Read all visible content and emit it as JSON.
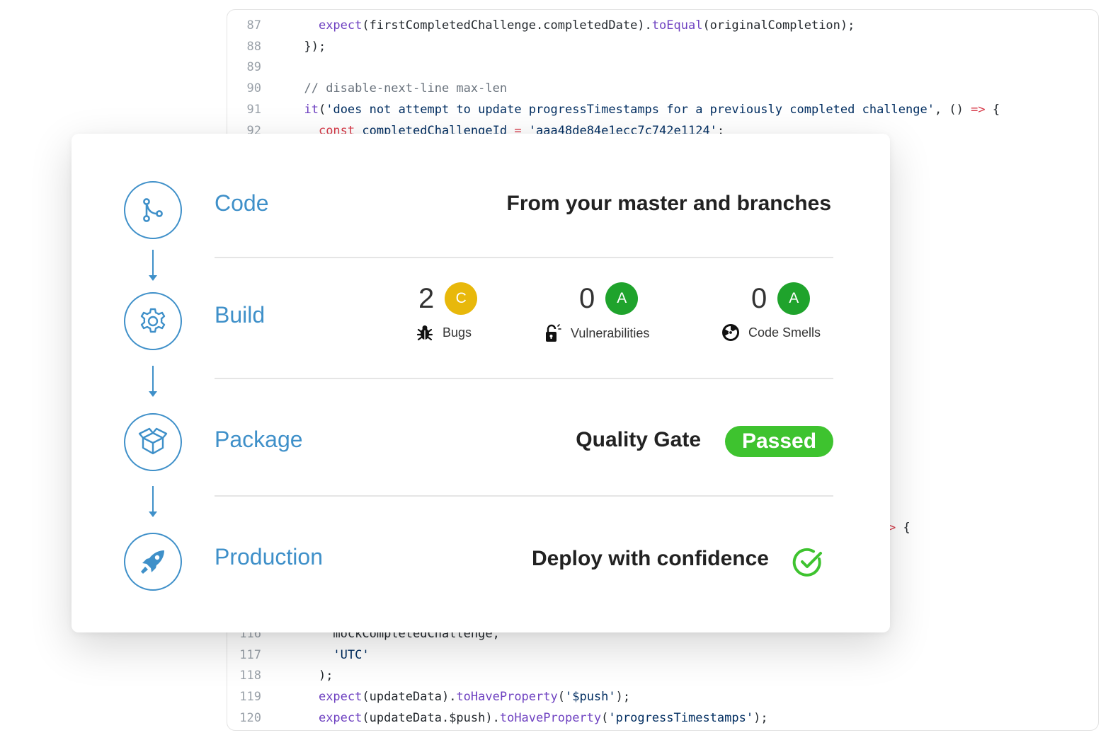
{
  "colors": {
    "accent": "#3f90c9",
    "rating_c": "#e8b80b",
    "rating_a": "#1fa32c",
    "passed": "#3ec32f",
    "check": "#3ec32f"
  },
  "code": {
    "top_lines": [
      {
        "num": "87",
        "indent": 2,
        "tokens": [
          {
            "t": "expect",
            "c": "fn"
          },
          {
            "t": "(firstCompletedChallenge.completedDate).",
            "c": "plain"
          },
          {
            "t": "toEqual",
            "c": "fn"
          },
          {
            "t": "(originalCompletion);",
            "c": "plain"
          }
        ]
      },
      {
        "num": "88",
        "indent": 1,
        "tokens": [
          {
            "t": "});",
            "c": "plain"
          }
        ]
      },
      {
        "num": "89",
        "indent": 0,
        "tokens": []
      },
      {
        "num": "90",
        "indent": 1,
        "tokens": [
          {
            "t": "// disable-next-line max-len",
            "c": "cm"
          }
        ]
      },
      {
        "num": "91",
        "indent": 1,
        "tokens": [
          {
            "t": "it",
            "c": "fn"
          },
          {
            "t": "(",
            "c": "plain"
          },
          {
            "t": "'does not attempt to update progressTimestamps for a previously completed challenge'",
            "c": "str"
          },
          {
            "t": ", () ",
            "c": "plain"
          },
          {
            "t": "=>",
            "c": "kw"
          },
          {
            "t": " {",
            "c": "plain"
          }
        ]
      },
      {
        "num": "92",
        "indent": 2,
        "tokens": [
          {
            "t": "const",
            "c": "kw"
          },
          {
            "t": " completedChallengeId ",
            "c": "str"
          },
          {
            "t": "=",
            "c": "kw"
          },
          {
            "t": " ",
            "c": "plain"
          },
          {
            "t": "'aaa48de84e1ecc7c742e1124'",
            "c": "str"
          },
          {
            "t": ";",
            "c": "plain"
          }
        ]
      }
    ],
    "mid_fragment": [
      {
        "t": "> ",
        "c": "kw"
      },
      {
        "t": "{",
        "c": "plain"
      }
    ],
    "bottom_lines": [
      {
        "num": "116",
        "indent": 3,
        "tokens": [
          {
            "t": "mockCompletedChallenge,",
            "c": "plain"
          }
        ]
      },
      {
        "num": "117",
        "indent": 3,
        "tokens": [
          {
            "t": "'UTC'",
            "c": "str"
          }
        ]
      },
      {
        "num": "118",
        "indent": 2,
        "tokens": [
          {
            "t": ");",
            "c": "plain"
          }
        ]
      },
      {
        "num": "119",
        "indent": 2,
        "tokens": [
          {
            "t": "expect",
            "c": "fn"
          },
          {
            "t": "(updateData).",
            "c": "plain"
          },
          {
            "t": "toHaveProperty",
            "c": "fn"
          },
          {
            "t": "(",
            "c": "plain"
          },
          {
            "t": "'$push'",
            "c": "str"
          },
          {
            "t": ");",
            "c": "plain"
          }
        ]
      },
      {
        "num": "120",
        "indent": 2,
        "tokens": [
          {
            "t": "expect",
            "c": "fn"
          },
          {
            "t": "(updateData.$push).",
            "c": "plain"
          },
          {
            "t": "toHaveProperty",
            "c": "fn"
          },
          {
            "t": "(",
            "c": "plain"
          },
          {
            "t": "'progressTimestamps'",
            "c": "str"
          },
          {
            "t": ");",
            "c": "plain"
          }
        ]
      }
    ]
  },
  "pipeline": {
    "steps": [
      {
        "label": "Code",
        "icon": "git-branch-icon"
      },
      {
        "label": "Build",
        "icon": "gear-icon"
      },
      {
        "label": "Package",
        "icon": "box-icon"
      },
      {
        "label": "Production",
        "icon": "rocket-icon"
      }
    ],
    "code_description": "From your master and branches",
    "metrics": [
      {
        "value": "2",
        "rating": "C",
        "rating_color": "rating_c",
        "label": "Bugs",
        "icon": "bug-icon"
      },
      {
        "value": "0",
        "rating": "A",
        "rating_color": "rating_a",
        "label": "Vulnerabilities",
        "icon": "unlocked-padlock-icon"
      },
      {
        "value": "0",
        "rating": "A",
        "rating_color": "rating_a",
        "label": "Code Smells",
        "icon": "radiation-icon"
      }
    ],
    "quality_gate": {
      "label": "Quality Gate",
      "status": "Passed"
    },
    "production_description": "Deploy with confidence"
  }
}
